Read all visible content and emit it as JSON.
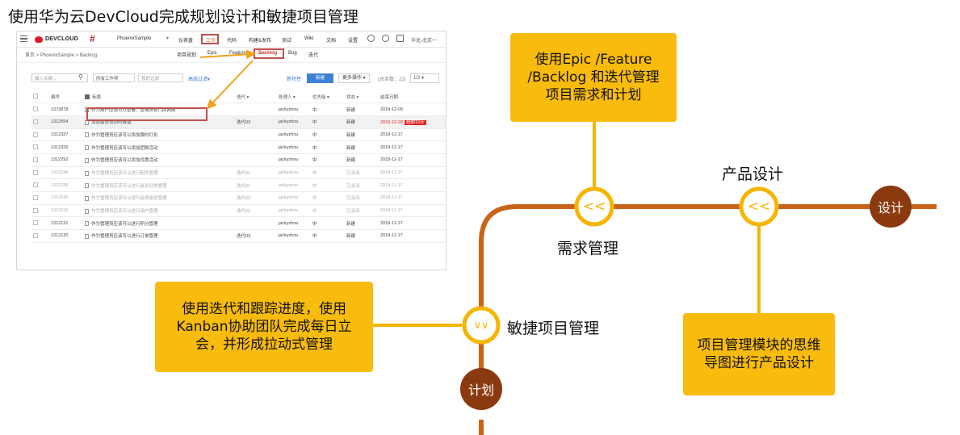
{
  "headline": "使用华为云DevCloud完成规划设计和敏捷项目管理",
  "screenshot": {
    "logo_text": "DEVCLOUD",
    "hash_icon": "hash-icon",
    "project_name": "PhoenixSample",
    "nav": [
      "仪表盘",
      "工作",
      "代码",
      "构建&发布",
      "测试",
      "Wiki",
      "文档",
      "设置"
    ],
    "region": "华北-北京一",
    "breadcrumb": "首页 > PhoenixSample > Backlog",
    "subnav": [
      "项目规划",
      "Epic",
      "Feature",
      "Backlog",
      "Bug",
      "迭代"
    ],
    "toolbar": {
      "search_placeholder": "输入关键...",
      "filter_type": "所有工作项",
      "filter_saved": "我的过滤",
      "advanced": "高级过滤",
      "new_feature": "新特性",
      "new_button": "新建",
      "more_ops": "更多操作",
      "count": "(总条数：22)",
      "page": "1/2"
    },
    "columns": [
      "编号",
      "标题",
      "迭代",
      "处理人",
      "优先级",
      "状态",
      "结束日期"
    ],
    "rows": [
      {
        "id": "1373878",
        "title": "作为用户应该可以查看、查询所有门店网络",
        "iter": "",
        "owner": "jackyzhou",
        "prio": "中",
        "state": "新建",
        "date": "2018-12-05",
        "late": false,
        "dim": false,
        "hl": false
      },
      {
        "id": "1312554",
        "title": "添加会员领到时报错",
        "iter": "迭代03",
        "owner": "jackyzhou",
        "prio": "中",
        "state": "新建",
        "date": "2018-10-26",
        "late": true,
        "overdue": "超期10天",
        "dim": false,
        "hl": true
      },
      {
        "id": "1312327",
        "title": "作为管理员应该可以添加限时打折",
        "iter": "",
        "owner": "jackyzhou",
        "prio": "中",
        "state": "新建",
        "date": "2018-11-17",
        "late": false,
        "dim": false,
        "hl": false
      },
      {
        "id": "1312326",
        "title": "作为管理员应该可以添加团购活动",
        "iter": "",
        "owner": "jackyzhou",
        "prio": "中",
        "state": "新建",
        "date": "2018-11-17",
        "late": false,
        "dim": false,
        "hl": false
      },
      {
        "id": "1312292",
        "title": "作为管理员应该可以添加优惠活动",
        "iter": "",
        "owner": "jackyzhou",
        "prio": "中",
        "state": "新建",
        "date": "2018-11-17",
        "late": false,
        "dim": false,
        "hl": false
      },
      {
        "id": "1312246",
        "title": "作为管理员应该可以进行配件管理",
        "iter": "迭代01",
        "owner": "jackyzhou",
        "prio": "中",
        "state": "已关闭",
        "date": "2018-11-17",
        "late": false,
        "dim": true,
        "hl": false
      },
      {
        "id": "1312245",
        "title": "作为管理员应该可以进行会员分类管理",
        "iter": "迭代01",
        "owner": "jackyzhou",
        "prio": "中",
        "state": "已关闭",
        "date": "2018-11-17",
        "late": false,
        "dim": true,
        "hl": false
      },
      {
        "id": "1312242",
        "title": "作为管理员应该可以进行会员级别管理",
        "iter": "迭代02",
        "owner": "jackyzhou",
        "prio": "中",
        "state": "已关闭",
        "date": "2018-11-17",
        "late": false,
        "dim": true,
        "hl": false
      },
      {
        "id": "1312241",
        "title": "作为管理员应该可以进行用户管理",
        "iter": "迭代02",
        "owner": "jackyzhou",
        "prio": "中",
        "state": "已关闭",
        "date": "2018-11-17",
        "late": false,
        "dim": true,
        "hl": false
      },
      {
        "id": "1312131",
        "title": "作为管理员应该可以进行积分管理",
        "iter": "",
        "owner": "jackyzhou",
        "prio": "中",
        "state": "新建",
        "date": "2018-11-17",
        "late": false,
        "dim": false,
        "hl": false
      },
      {
        "id": "1312130",
        "title": "作为管理员应该可以进行订单管理",
        "iter": "迭代03",
        "owner": "jackyzhou",
        "prio": "中",
        "state": "新建",
        "date": "2018-11-17",
        "late": false,
        "dim": false,
        "hl": false
      }
    ]
  },
  "diagram": {
    "callout_backlog": "使用Epic /Feature /Backlog 和迭代管理项目需求和计划",
    "callout_kanban": "使用迭代和跟踪进度，使用Kanban协助团队完成每日立会，并形成拉动式管理",
    "callout_mindmap": "项目管理模块的思维导图进行产品设计",
    "label_requirements": "需求管理",
    "label_product_design": "产品设计",
    "label_agile": "敏捷项目管理",
    "node_design": "设计",
    "node_plan": "计划",
    "chevron_left": "<<",
    "chevron_down": "∨∨"
  },
  "colors": {
    "track": "#c8641a",
    "node_fill": "#8b3a10",
    "accent": "#f5b500",
    "callout": "#f9bc0e"
  }
}
